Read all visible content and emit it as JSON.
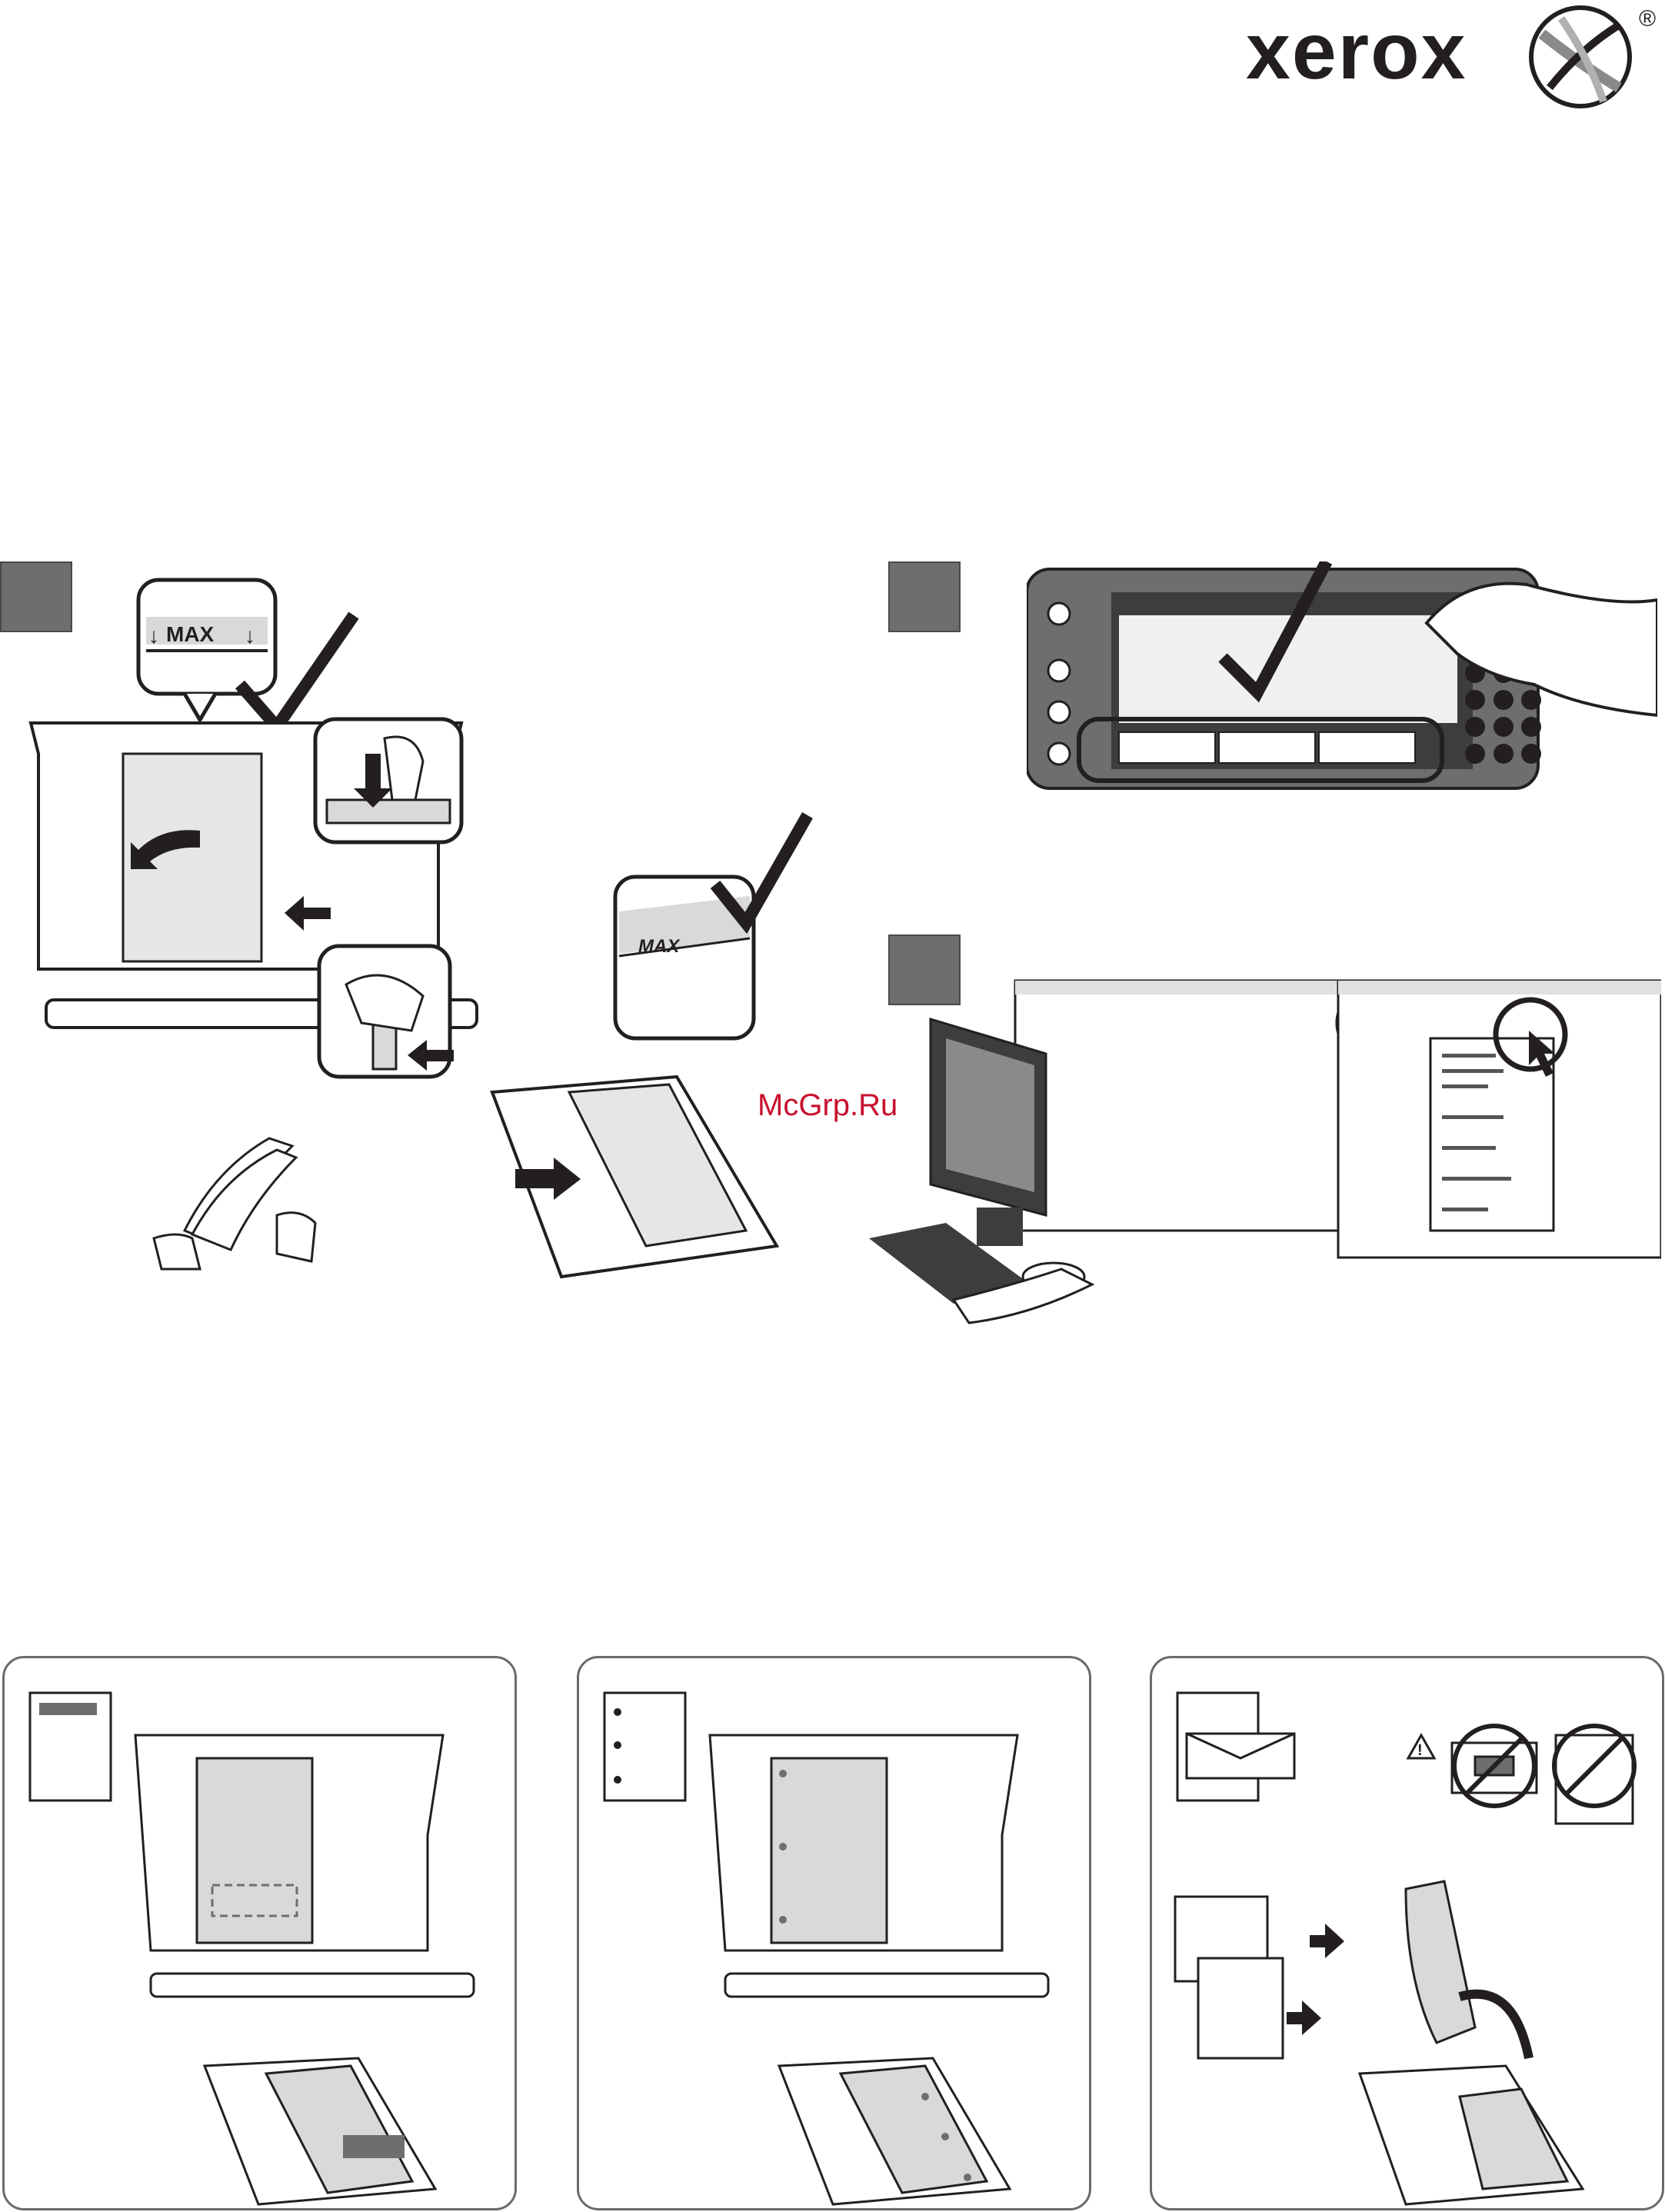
{
  "brand": {
    "name": "xerox",
    "registered": "®"
  },
  "watermark": "McGrp.Ru",
  "steps": {
    "step1": "",
    "step2": "",
    "step3": ""
  },
  "tray_label_max": "MAX",
  "bypass_label_max": "MAX",
  "icons": {
    "logo": "xerox-sphere-icon",
    "check": "checkmark-icon",
    "warning": "warning-triangle-icon",
    "prohibited": "prohibited-icon",
    "arrow": "arrow-icon"
  },
  "colors": {
    "ink": "#231f20",
    "step_fill": "#6e6e6e",
    "paper": "#e6e6e6",
    "watermark": "#c8102e"
  }
}
